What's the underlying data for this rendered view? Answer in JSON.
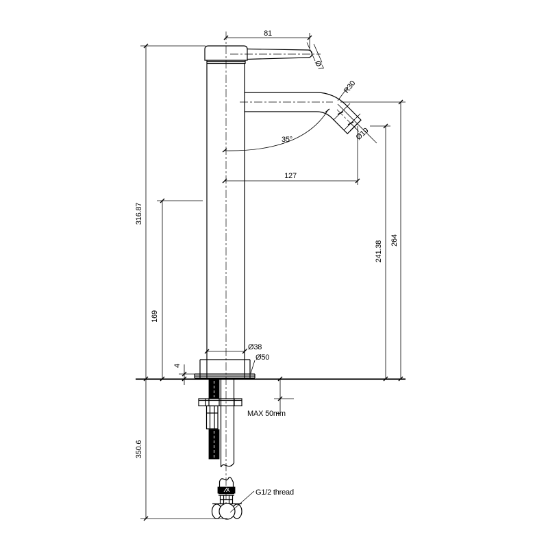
{
  "drawing": {
    "background_color": "#ffffff",
    "line_color": "#000000",
    "labels": {
      "handle_length": "81",
      "handle_diameter": "Ø7",
      "spout_bend_radius": "R30",
      "spout_angle": "35°",
      "spout_diameter": "Ø19",
      "spout_reach": "127",
      "total_height": "316.87",
      "body_height": "169",
      "outlet_height": "241.38",
      "spout_height": "264",
      "body_diameter": "Ø38",
      "base_diameter": "Ø50",
      "base_plate_thickness": "4",
      "max_counter_thickness": "MAX 50mm",
      "below_counter_length": "350.6",
      "thread_note": "G1/2 thread"
    }
  }
}
